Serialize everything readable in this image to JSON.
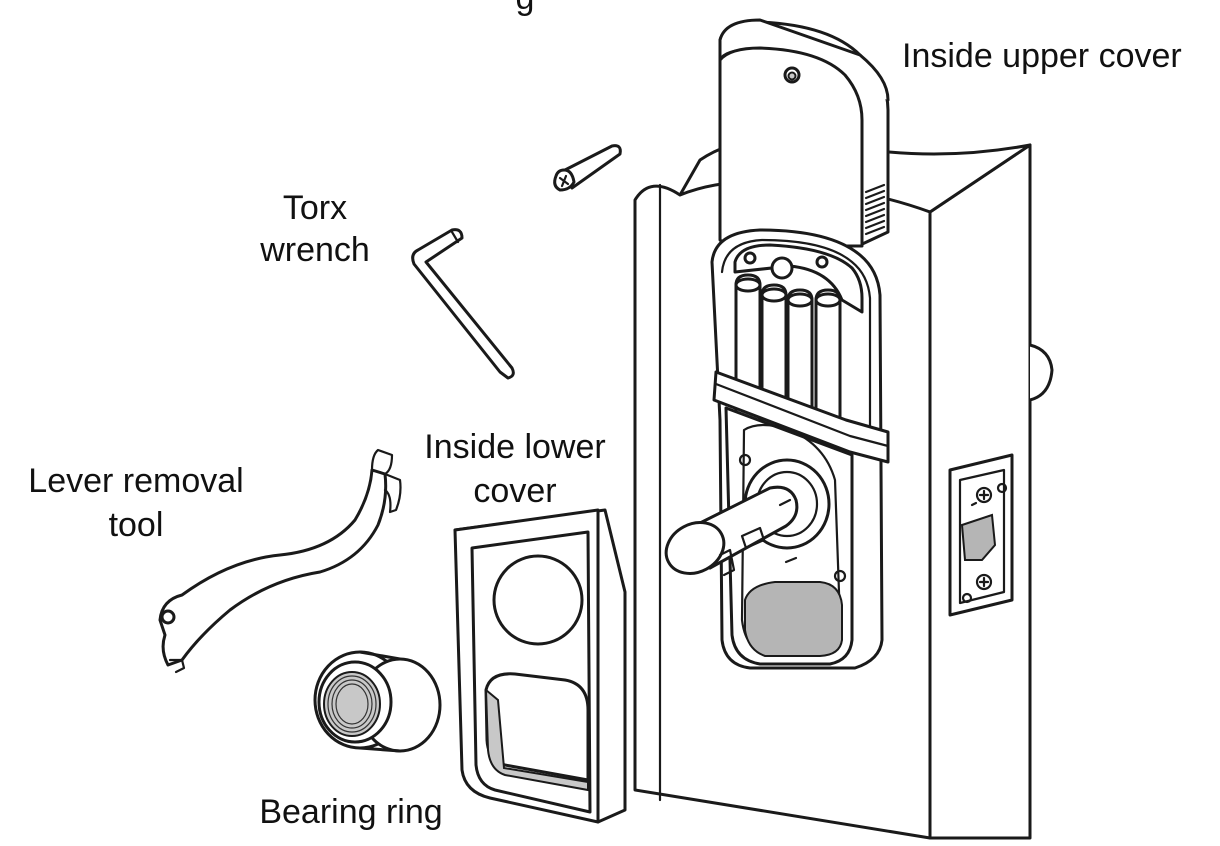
{
  "header": {
    "partial_title": "g"
  },
  "labels": {
    "inside_upper_cover": "Inside upper cover",
    "torx_wrench_line1": "Torx",
    "torx_wrench_line2": "wrench",
    "lever_removal_tool_line1": "Lever removal",
    "lever_removal_tool_line2": "tool",
    "inside_lower_cover_line1": "Inside lower",
    "inside_lower_cover_line2": "cover",
    "bearing_ring": "Bearing ring"
  },
  "colors": {
    "line": "#1a1a1a",
    "background": "#ffffff",
    "shade": "#b5b5b5"
  }
}
